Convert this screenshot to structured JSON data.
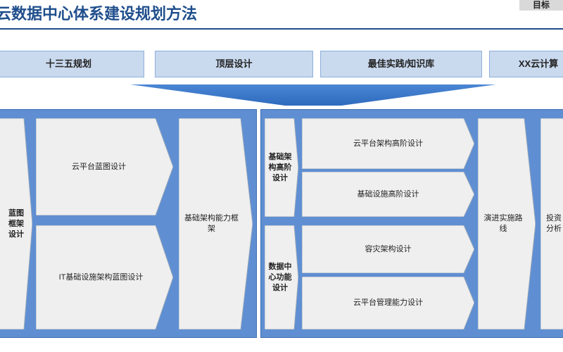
{
  "header": {
    "title": "云数据中心体系建设规划方法",
    "badge": "目标"
  },
  "inputs": [
    "十三五规划",
    "顶层设计",
    "最佳实践/知识库",
    "XX云计算"
  ],
  "left_panel": {
    "framework_label": "蓝图框架设计",
    "blueprint_items": [
      "云平台蓝图设计",
      "IT基础设施架构蓝图设计"
    ],
    "capability_label": "基础架构能力框架"
  },
  "right_panel": {
    "groups": [
      {
        "label": "基础架构高阶设计",
        "items": [
          "云平台架构高阶设计",
          "基础设施高阶设计"
        ]
      },
      {
        "label": "数据中心功能设计",
        "items": [
          "容灾架构设计",
          "云平台管理能力设计"
        ]
      }
    ],
    "roadmap_label": "演进实施路线",
    "investment_label": "投资分析"
  },
  "colors": {
    "title": "#1f4e8c",
    "input_box": "#c9d9ee",
    "panel": "#5f8fd2",
    "shape_fill": "#efefef"
  }
}
